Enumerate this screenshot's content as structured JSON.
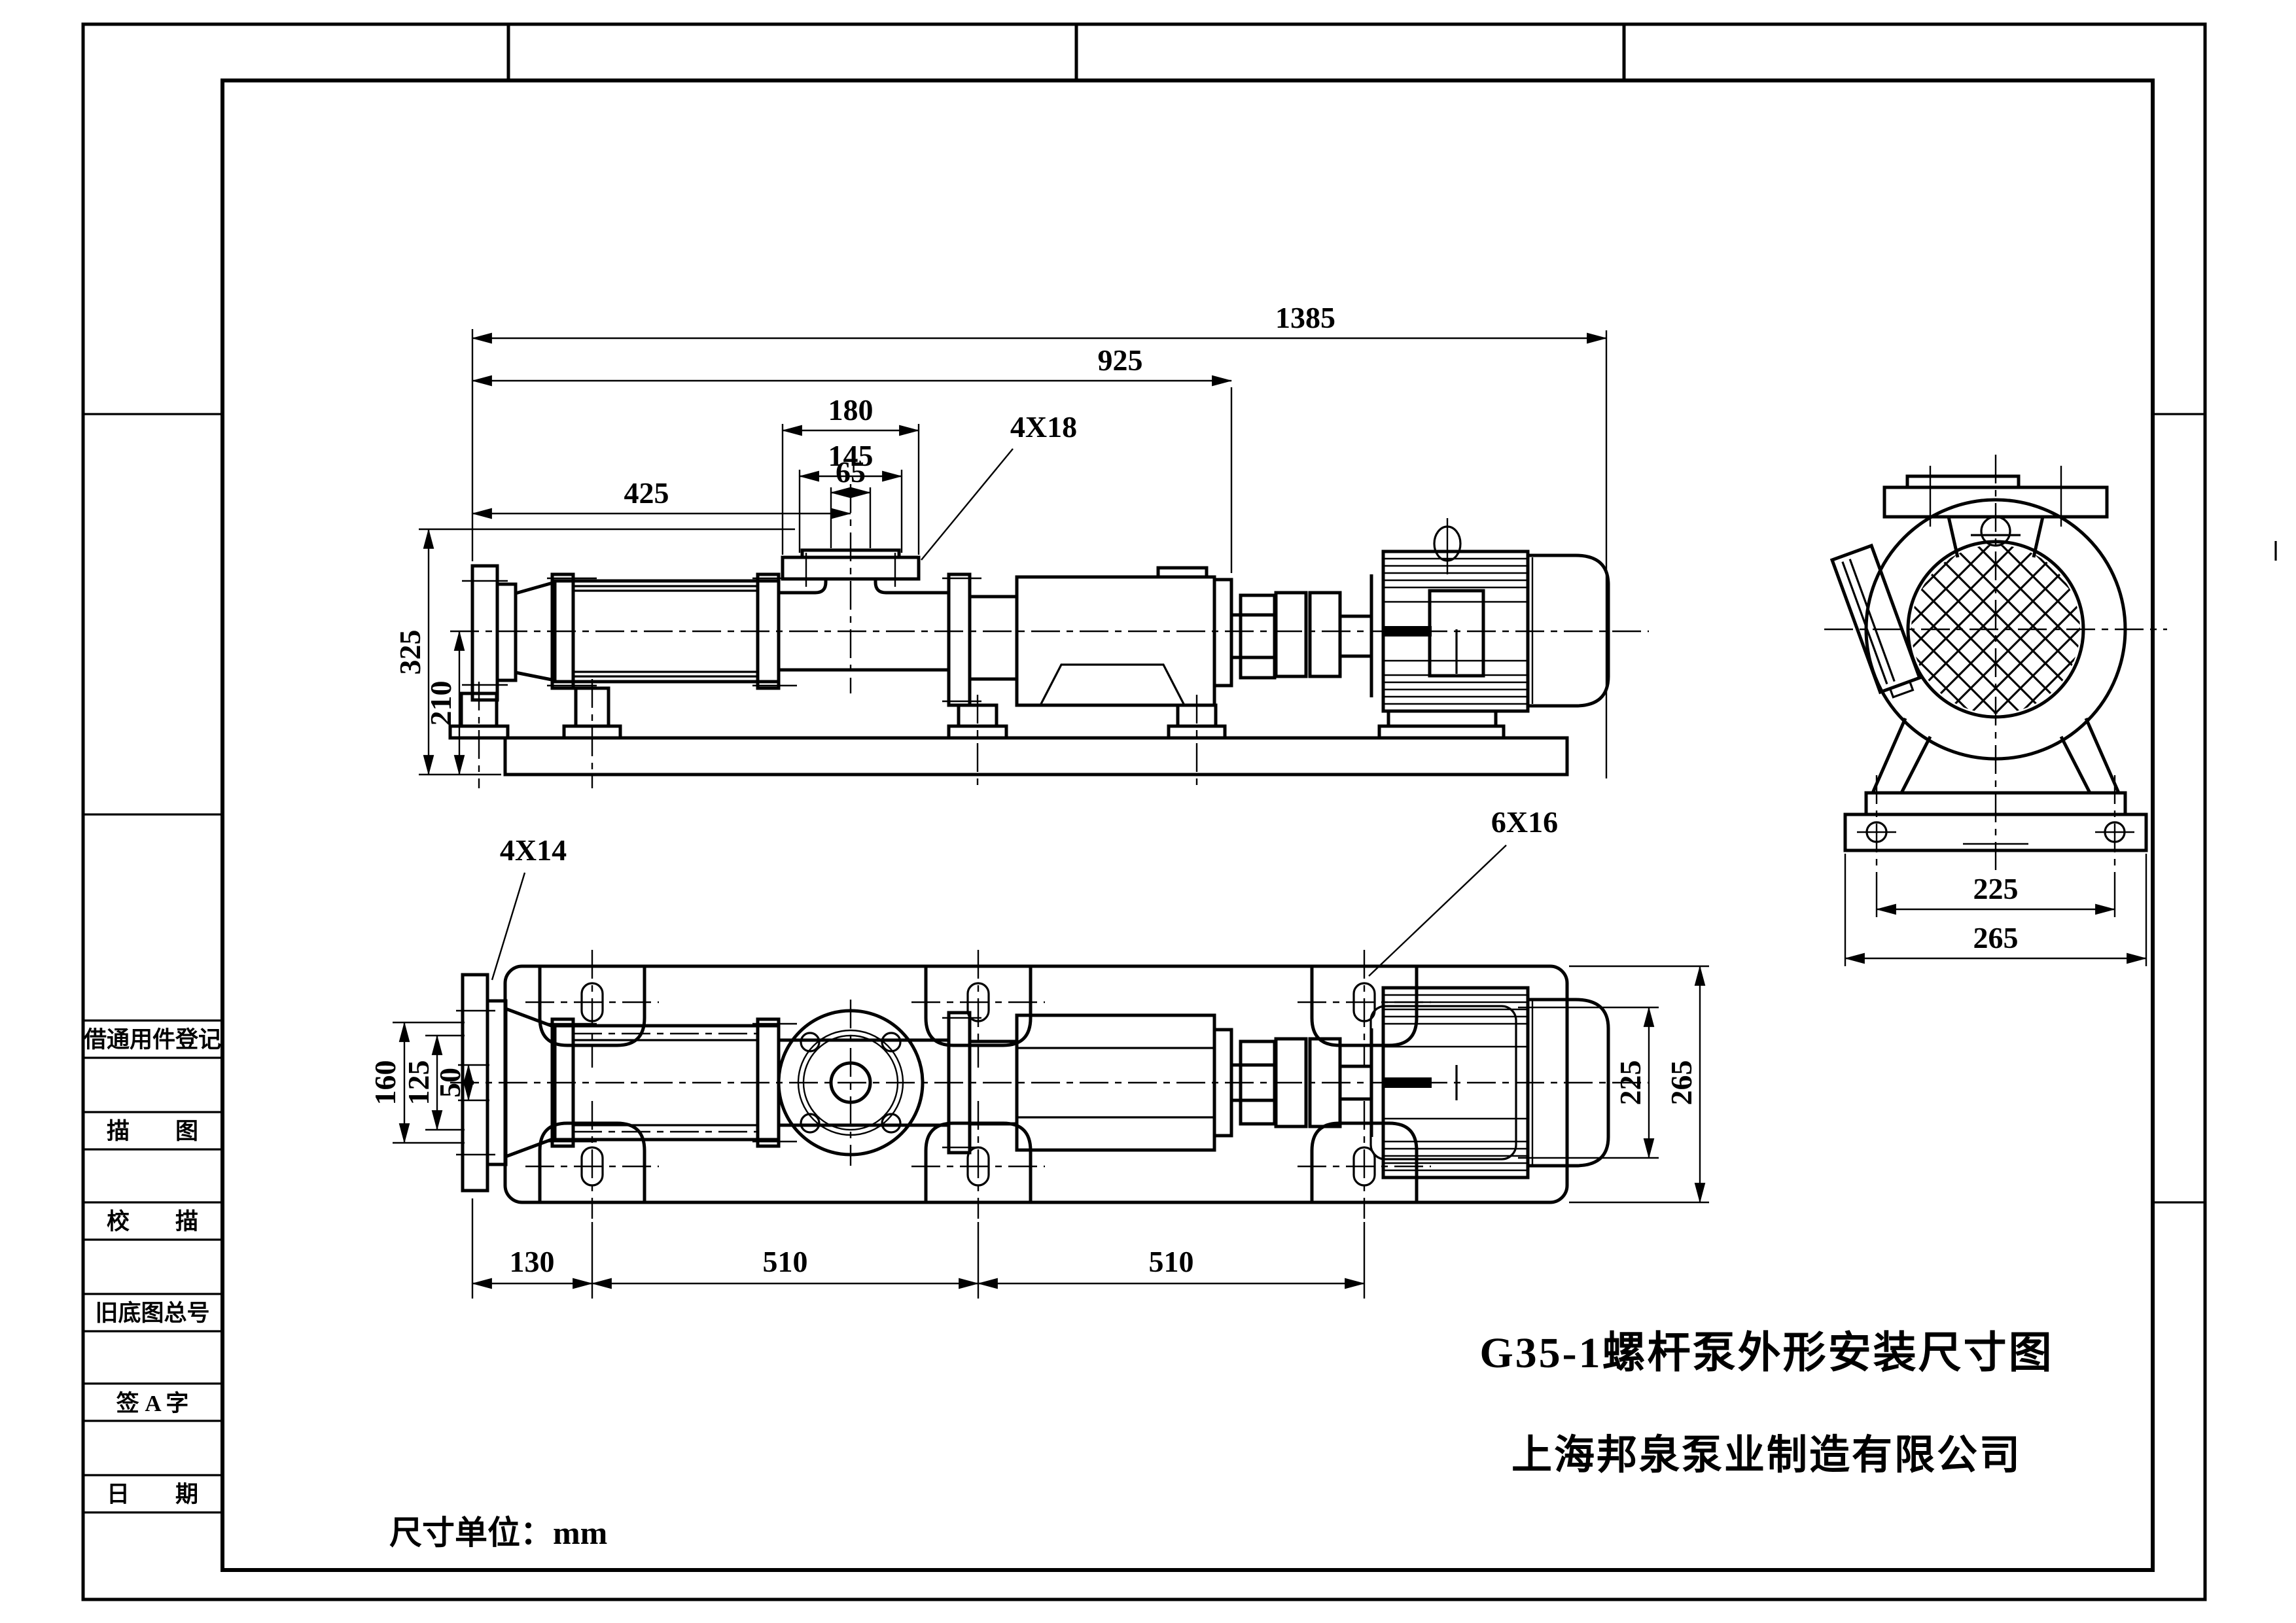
{
  "sheet": {
    "units_note": "尺寸单位：mm",
    "drawing_title": "G35-1螺杆泵外形安装尺寸图",
    "company": "上海邦泉泵业制造有限公司"
  },
  "title_block": {
    "rows": [
      {
        "label": "借通用件登记"
      },
      {
        "label": "描　　图"
      },
      {
        "label": "校　　描"
      },
      {
        "label": "旧底图总号"
      },
      {
        "label": "签 A 字"
      },
      {
        "label": "日　　期"
      }
    ]
  },
  "side_view": {
    "dims": {
      "overall_length": "1385",
      "pump_length": "925",
      "outlet_flange_od": "180",
      "outlet_bolt_circle": "145",
      "outlet_bore": "65",
      "inlet_to_outlet": "425",
      "outlet_height": "325",
      "center_height": "210",
      "outlet_holes": "4X18"
    }
  },
  "end_view": {
    "dims": {
      "foot_pitch": "225",
      "base_width": "265"
    }
  },
  "plan_view": {
    "dims": {
      "inlet_holes": "4X14",
      "inlet_flange_width": "160",
      "inlet_bolt_pitch": "125",
      "inlet_bore": "50",
      "anchor_holes": "6X16",
      "motor_foot_pitch": "225",
      "base_width": "265",
      "inlet_to_first_hole": "130",
      "hole_pitch_front": "510",
      "hole_pitch_rear": "510"
    }
  }
}
